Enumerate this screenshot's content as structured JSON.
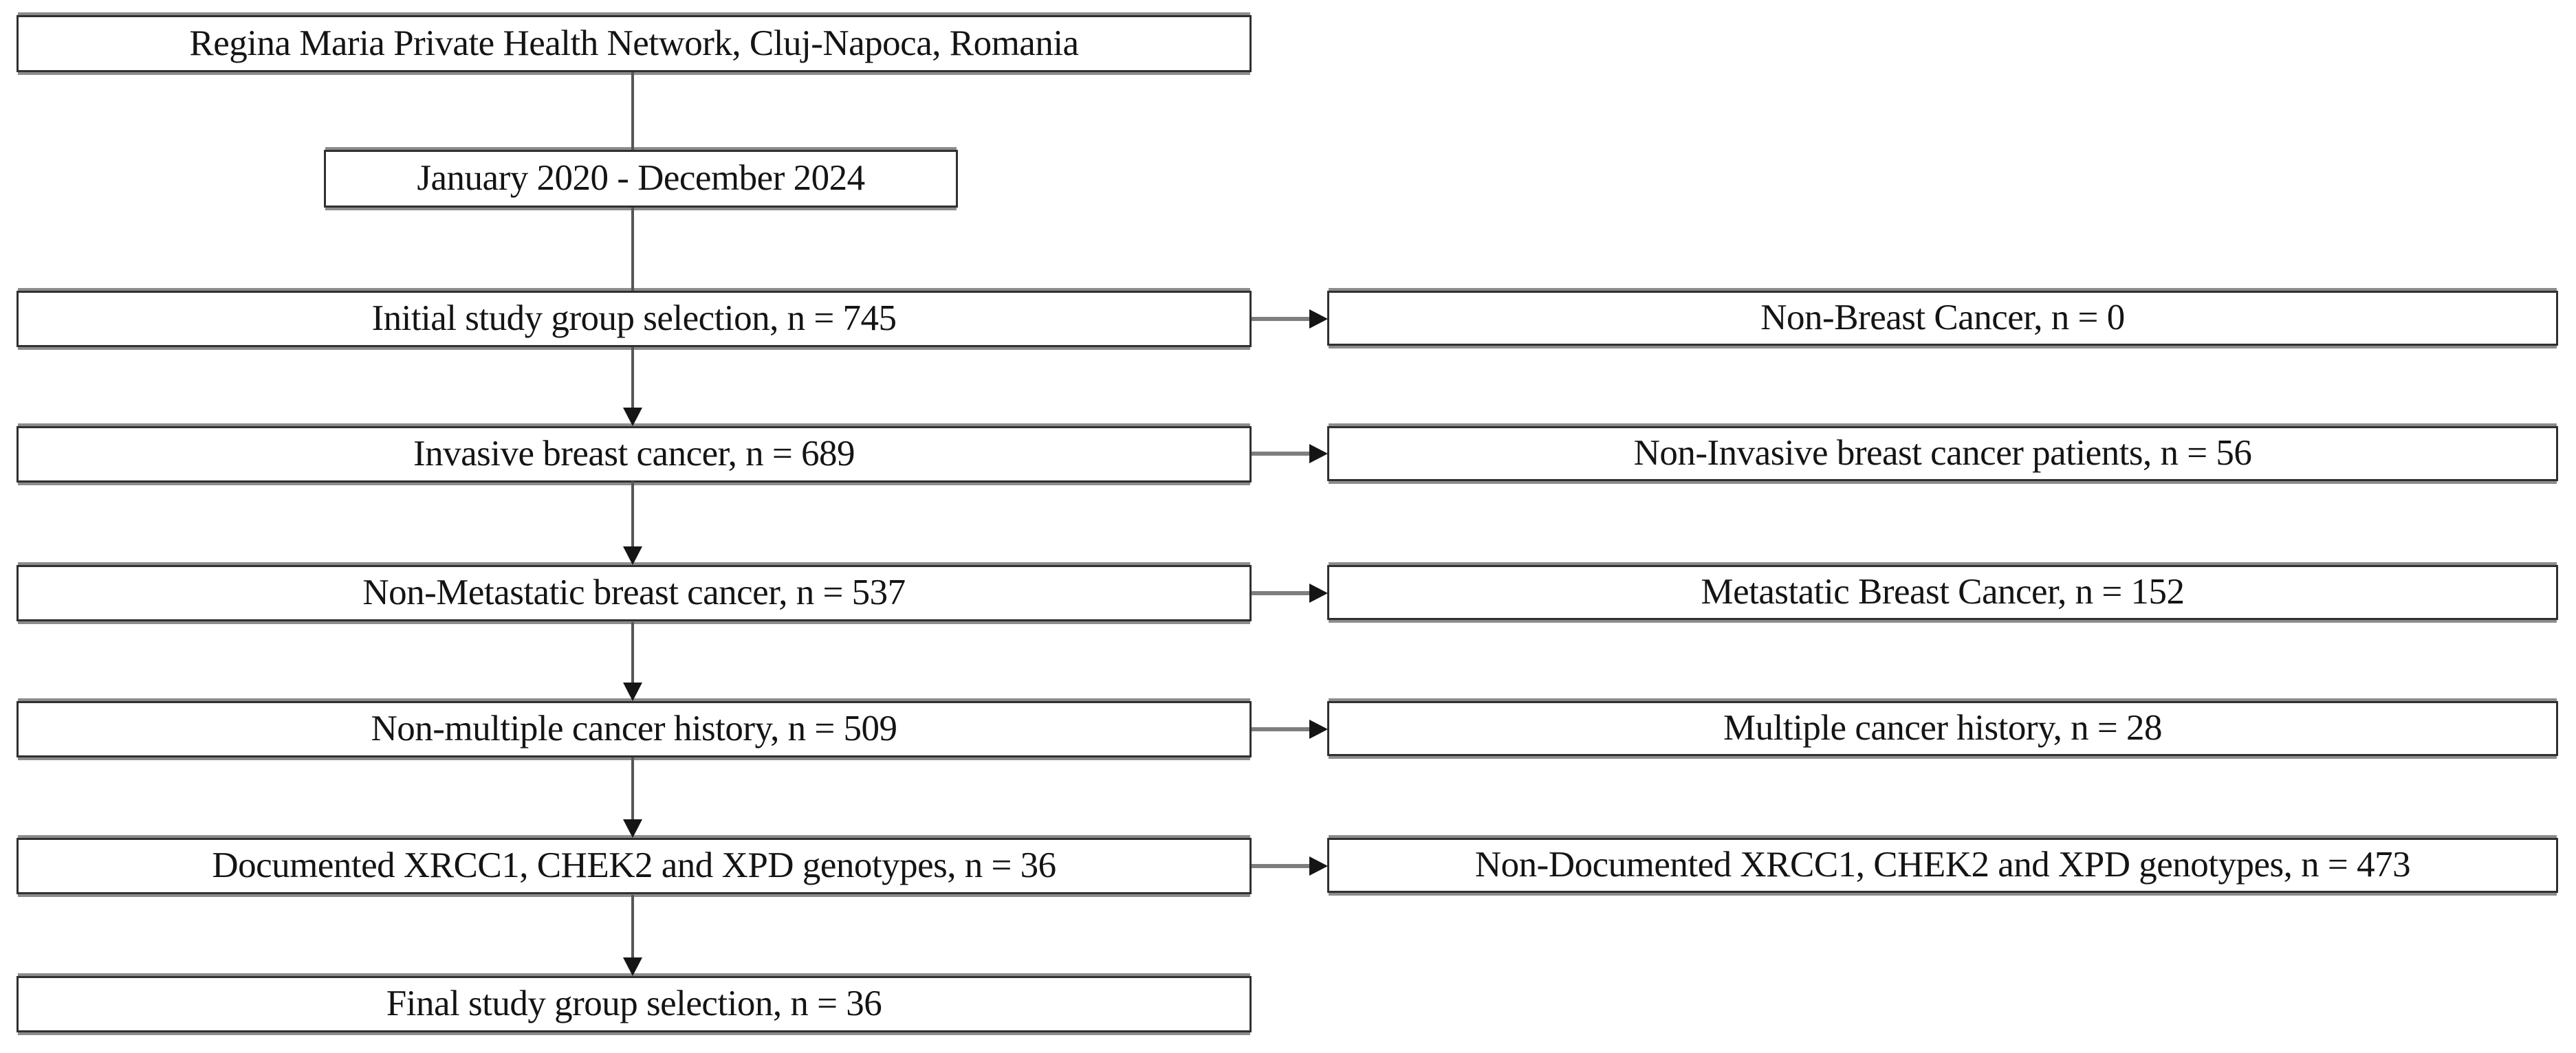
{
  "header": {
    "institution": "Regina Maria Private Health Network, Cluj-Napoca, Romania",
    "period": "January 2020 - December 2024"
  },
  "steps": [
    {
      "main": "Initial study group selection, n = 745",
      "excluded": "Non-Breast Cancer, n = 0"
    },
    {
      "main": "Invasive breast cancer, n = 689",
      "excluded": "Non-Invasive breast cancer patients, n = 56"
    },
    {
      "main": "Non-Metastatic breast cancer, n = 537",
      "excluded": "Metastatic Breast Cancer, n = 152"
    },
    {
      "main": "Non-multiple cancer history, n = 509",
      "excluded": "Multiple cancer history, n = 28"
    },
    {
      "main": "Documented XRCC1, CHEK2 and XPD genotypes, n = 36",
      "excluded": "Non-Documented XRCC1, CHEK2 and XPD genotypes, n = 473"
    },
    {
      "main": "Final study group selection, n = 36"
    }
  ],
  "colors": {
    "background": "#ffffff",
    "text": "#141414",
    "box_border": "#303030",
    "box_shadow_gray": "#8c8c8c",
    "connector_dark": "#565656",
    "connector_gray": "#7e7e7e",
    "arrowhead_black": "#151515"
  }
}
